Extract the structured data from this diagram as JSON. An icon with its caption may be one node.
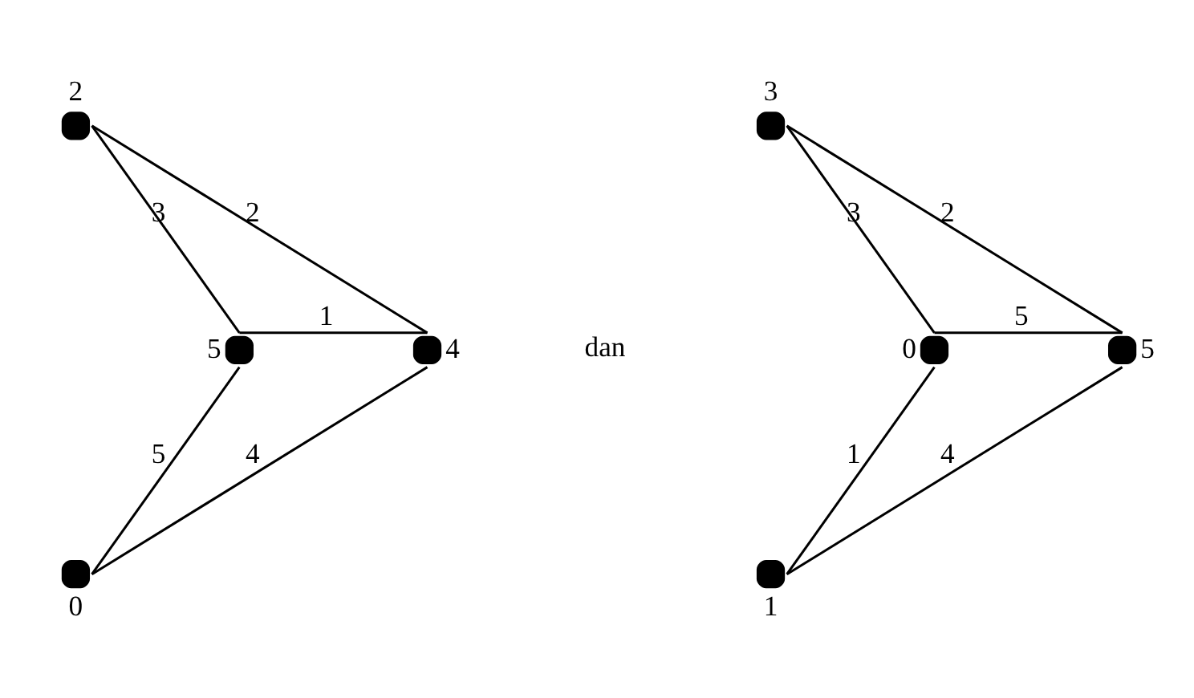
{
  "diagram": {
    "nodes": [
      {
        "text": [],
        "shape": "circle",
        "beside": [
          "2"
        ]
      },
      {
        "text": [],
        "shape": "circle",
        "beside": [
          "5"
        ]
      },
      {
        "text": [],
        "shape": "circle",
        "beside": [
          "4"
        ]
      },
      {
        "text": [],
        "shape": "circle",
        "beside": [
          "0"
        ]
      },
      {
        "text": [],
        "shape": "circle",
        "beside": [
          "3"
        ]
      },
      {
        "text": [],
        "shape": "circle",
        "beside": [
          "0"
        ]
      },
      {
        "text": [],
        "shape": "circle",
        "beside": [
          "5"
        ]
      },
      {
        "text": [],
        "shape": "circle",
        "beside": [
          "1"
        ]
      }
    ],
    "edges": [
      {
        "from": 0,
        "to": 1,
        "arrow": "none",
        "label": "3"
      },
      {
        "from": 0,
        "to": 2,
        "arrow": "none",
        "label": "2"
      },
      {
        "from": 1,
        "to": 2,
        "arrow": "none",
        "label": "1"
      },
      {
        "from": 1,
        "to": 3,
        "arrow": "none",
        "label": "5"
      },
      {
        "from": 2,
        "to": 3,
        "arrow": "none",
        "label": "4"
      },
      {
        "from": 4,
        "to": 5,
        "arrow": "none",
        "label": "3"
      },
      {
        "from": 4,
        "to": 6,
        "arrow": "none",
        "label": "2"
      },
      {
        "from": 5,
        "to": 6,
        "arrow": "none",
        "label": "5"
      },
      {
        "from": 5,
        "to": 7,
        "arrow": "none",
        "label": "1"
      },
      {
        "from": 6,
        "to": 7,
        "arrow": "none",
        "label": "4"
      }
    ],
    "labels": [
      "dan"
    ]
  }
}
